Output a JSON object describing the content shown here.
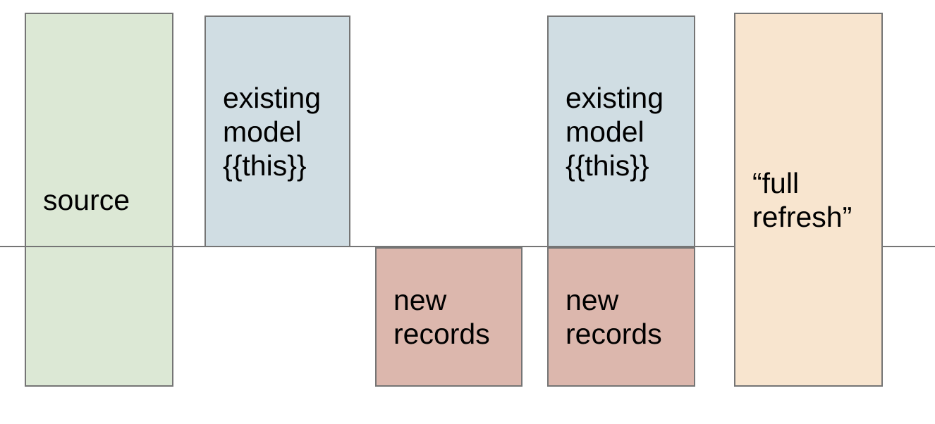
{
  "page": {
    "background": "#ffffff"
  },
  "colors": {
    "border": "#757575",
    "divider": "#757575",
    "text": "#000000"
  },
  "divider": {
    "color": "#757575"
  },
  "boxes": [
    {
      "name": "source",
      "label": "source",
      "fill": "#dce8d5"
    },
    {
      "name": "existing-model-1",
      "label": "existing\nmodel\n{{this}}",
      "fill": "#d0dde3"
    },
    {
      "name": "new-records-1",
      "label": "new\nrecords",
      "fill": "#dcb7ad"
    },
    {
      "name": "existing-model-2",
      "label": "existing\nmodel\n{{this}}",
      "fill": "#d0dde3"
    },
    {
      "name": "new-records-2",
      "label": "new\nrecords",
      "fill": "#dcb7ad"
    },
    {
      "name": "full-refresh",
      "label": "“full\nrefresh”",
      "fill": "#f8e5cf"
    }
  ]
}
